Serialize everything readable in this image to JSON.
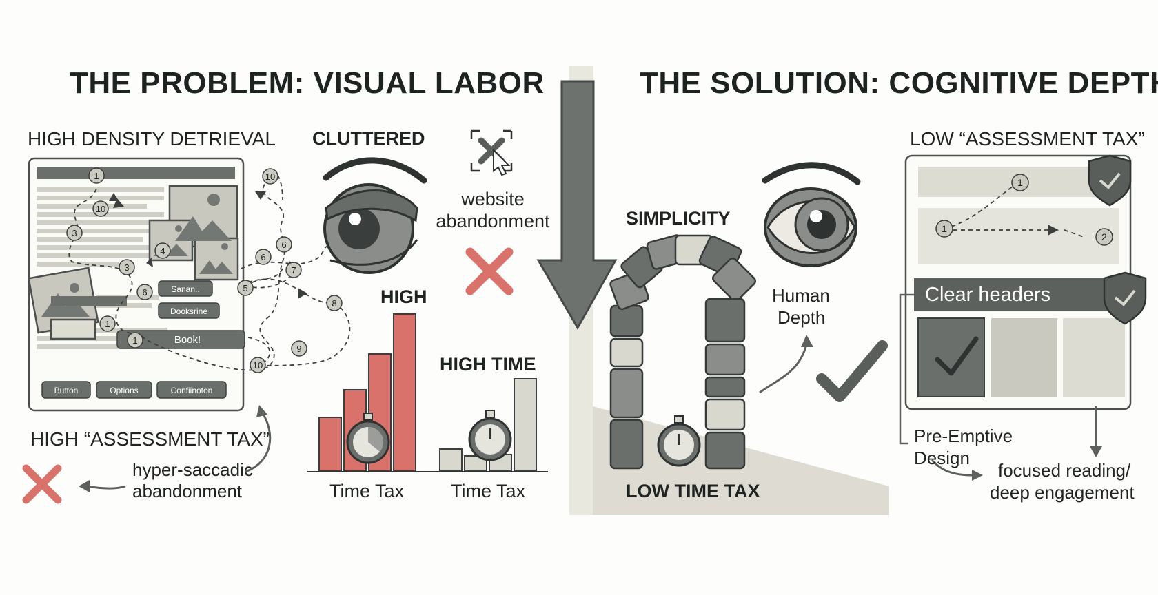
{
  "left": {
    "title": "THE PROBLEM: VISUAL LABOR",
    "density_label": "HIGH DENSITY DETRIEVAL",
    "cluttered_label": "CLUTTERED",
    "abandon_text_1": "website",
    "abandon_text_2": "abandonment",
    "high_label": "HIGH",
    "high_time_label": "HIGH TIME",
    "time_tax_1": "Time Tax",
    "time_tax_2": "Time Tax",
    "assessment_tax": "HIGH “ASSESSMENT TAX”",
    "saccadic_1": "hyper-saccadic",
    "saccadic_2": "abandonment",
    "ui_buttons": [
      "Sanan..",
      "Dooksrine",
      "Book!",
      "Button",
      "Options",
      "Confiinoton"
    ],
    "path_numbers": [
      "1",
      "10",
      "3",
      "4",
      "3",
      "6",
      "1",
      "10",
      "6",
      "6",
      "5",
      "7",
      "8",
      "9",
      "10",
      "1"
    ]
  },
  "right": {
    "title": "THE SOLUTION: COGNITIVE DEPTH",
    "simplicity": "SIMPLICITY",
    "human_1": "Human",
    "human_2": "Depth",
    "low_time_tax": "LOW TIME TAX",
    "low_assessment": "LOW “ASSESSMENT TAX”",
    "clear_headers": "Clear headers",
    "pre_1": "Pre-Emptive",
    "pre_2": "Design",
    "focused_1": "focused reading/",
    "focused_2": "deep engagement",
    "path_numbers": [
      "1",
      "1",
      "2"
    ]
  },
  "colors": {
    "red": "#d9726a",
    "dark": "#5d615e",
    "mid": "#8c8f8b",
    "light": "#d8d8cf",
    "panel_bg": "#e6e5dc"
  },
  "icons": [
    "eye-icon",
    "cursor-x-icon",
    "x-mark-icon",
    "stopwatch-icon",
    "shield-check-icon",
    "checkmark-icon",
    "arch-icon",
    "arrow-down-icon"
  ]
}
